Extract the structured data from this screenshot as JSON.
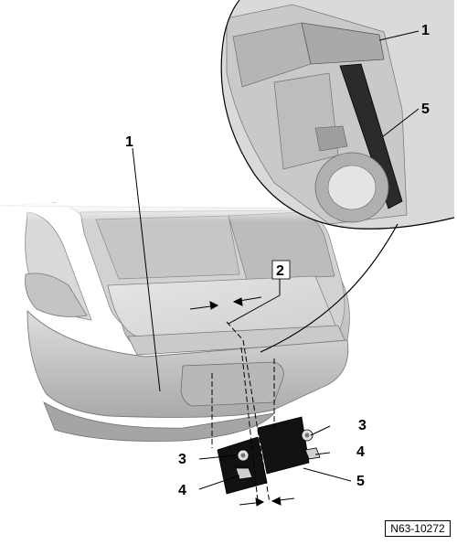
{
  "callouts": {
    "c1_detail": "1",
    "c5_detail": "5",
    "c1_main": "1",
    "c2": "2",
    "c3_right": "3",
    "c4_right": "4",
    "c3_left": "3",
    "c4_left": "4",
    "c5_main": "5"
  },
  "reference": "N63-10272"
}
